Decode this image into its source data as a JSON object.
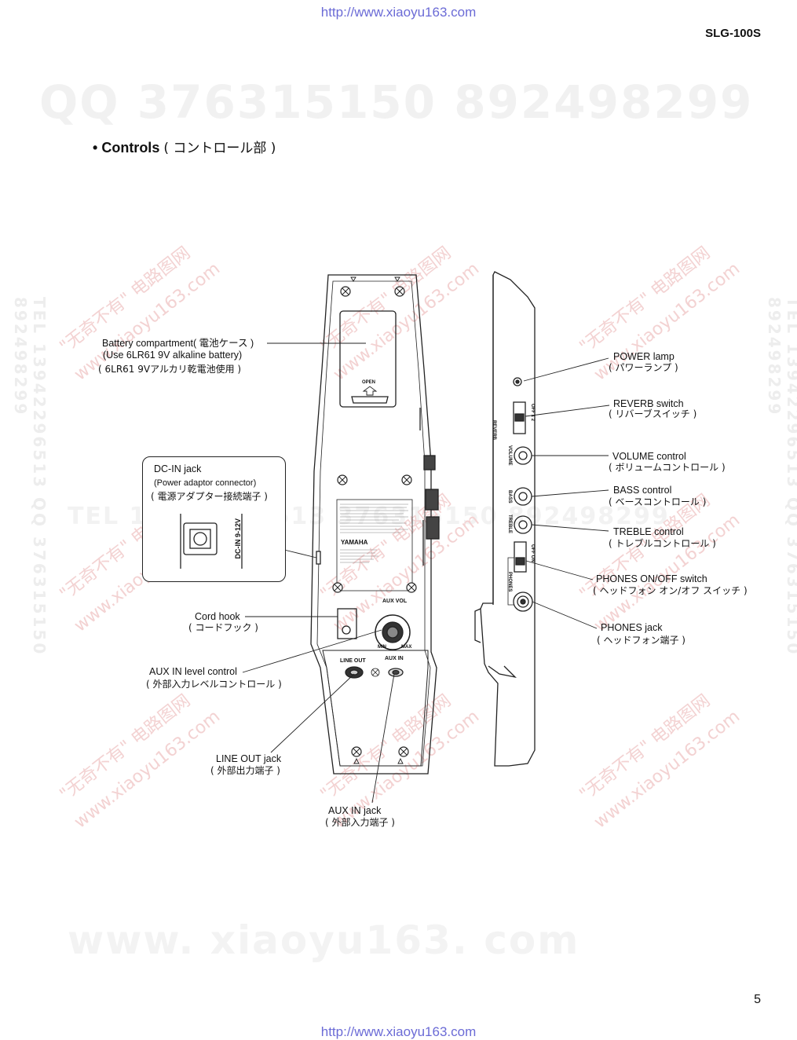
{
  "header_url": "http://www.xiaoyu163.com",
  "footer_url": "http://www.xiaoyu163.com",
  "model": "SLG-100S",
  "watermarks": {
    "qq_line": "QQ 376315150   892498299",
    "mid_line": "TEL 13942296513  376315150  892498299",
    "bottom": "www. xiaoyu163. com",
    "side_left": "TEL 13942296513 QQ 376315150 892498299",
    "side_right": "TEL 13942296513 QQ 376315150 892498299",
    "diag_cn": "\"无奇不有\" 电路图网",
    "diag_url": "www.xiaoyu163.com"
  },
  "section": {
    "bullet": "•",
    "title": "Controls",
    "title_jp": "( コントロール部 )"
  },
  "labels": {
    "battery_1": "Battery compartment( 電池ケース )",
    "battery_2": "(Use 6LR61 9V alkaline battery)",
    "battery_3": "( 6LR61 9Vアルカリ乾電池使用 )",
    "dcin_1": "DC-IN jack",
    "dcin_2": "(Power adaptor connector)",
    "dcin_3": "( 電源アダプター接続端子 )",
    "dcin_panel": "DC-IN 9-12V",
    "cord_hook_1": "Cord hook",
    "cord_hook_2": "( コードフック )",
    "aux_level_1": "AUX IN level control",
    "aux_level_2": "( 外部入力レベルコントロール )",
    "line_out_1": "LINE OUT jack",
    "line_out_2": "( 外部出力端子 )",
    "aux_in_1": "AUX IN jack",
    "aux_in_2": "( 外部入力端子 )",
    "power_1": "POWER lamp",
    "power_2": "( パワーランプ )",
    "reverb_1": "REVERB switch",
    "reverb_2": "( リバーブスイッチ )",
    "volume_1": "VOLUME control",
    "volume_2": "( ボリュームコントロール )",
    "bass_1": "BASS control",
    "bass_2": "( ベースコントロール )",
    "treble_1": "TREBLE control",
    "treble_2": "( トレブルコントロール )",
    "phones_sw_1": "PHONES ON/OFF switch",
    "phones_sw_2": "( ヘッドフォン オン/オフ スイッチ )",
    "phones_jack_1": "PHONES jack",
    "phones_jack_2": "( ヘッドフォン端子 )"
  },
  "device": {
    "open": "OPEN",
    "aux_vol": "AUX  VOL",
    "min": "MIN",
    "max": "MAX",
    "line_out": "LINE OUT",
    "aux_in": "AUX   IN",
    "brand": "YAMAHA",
    "side_reverb": "REVERB",
    "side_volume": "VOLUME",
    "side_bass": "BASS",
    "side_treble": "TREBLE",
    "side_phones": "PHONES",
    "side_off12": "OFF 1  2",
    "side_offon": "OFF  ON"
  },
  "page_number": "5"
}
